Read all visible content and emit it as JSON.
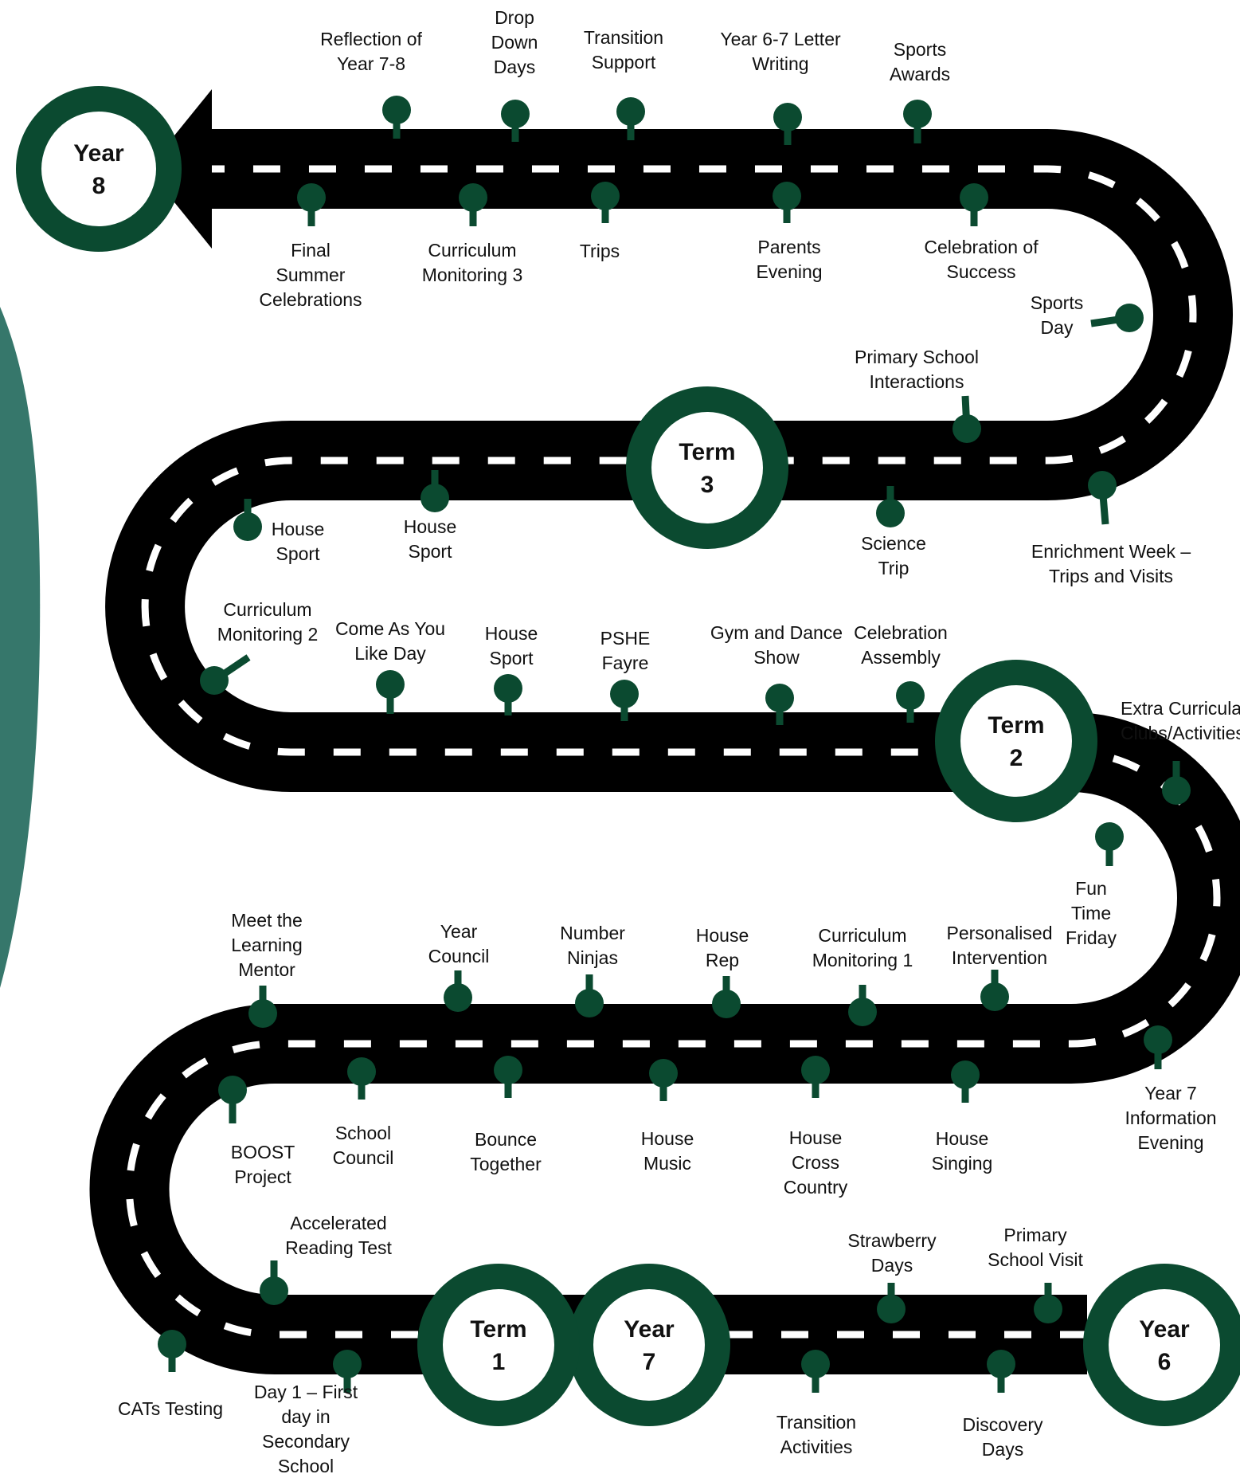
{
  "colors": {
    "road": "#000000",
    "dash": "#ffffff",
    "pin": "#0b4a30",
    "ring": "#0b4a30",
    "side_panel": "#36776b",
    "text": "#111111"
  },
  "milestones": [
    {
      "id": "year-6",
      "lines": [
        "Year",
        "6"
      ]
    },
    {
      "id": "year-7",
      "lines": [
        "Year",
        "7"
      ]
    },
    {
      "id": "term-1",
      "lines": [
        "Term",
        "1"
      ]
    },
    {
      "id": "term-2",
      "lines": [
        "Term",
        "2"
      ]
    },
    {
      "id": "term-3",
      "lines": [
        "Term",
        "3"
      ]
    },
    {
      "id": "year-8",
      "lines": [
        "Year",
        "8"
      ]
    }
  ],
  "events": [
    {
      "id": "primary-school-visit",
      "lines": [
        "Primary",
        "School Visit"
      ]
    },
    {
      "id": "discovery-days",
      "lines": [
        "Discovery",
        "Days"
      ]
    },
    {
      "id": "strawberry-days",
      "lines": [
        "Strawberry",
        "Days"
      ]
    },
    {
      "id": "transition-activities",
      "lines": [
        "Transition",
        "Activities"
      ]
    },
    {
      "id": "day-1",
      "lines": [
        "Day 1 – First",
        "day in",
        "Secondary",
        "School"
      ]
    },
    {
      "id": "cats-testing",
      "lines": [
        "CATs Testing"
      ]
    },
    {
      "id": "accelerated-reading-test",
      "lines": [
        "Accelerated",
        "Reading Test"
      ]
    },
    {
      "id": "boost-project",
      "lines": [
        "BOOST",
        "Project"
      ]
    },
    {
      "id": "meet-learning-mentor",
      "lines": [
        "Meet the",
        "Learning",
        "Mentor"
      ]
    },
    {
      "id": "school-council",
      "lines": [
        "School",
        "Council"
      ]
    },
    {
      "id": "year-council",
      "lines": [
        "Year",
        "Council"
      ]
    },
    {
      "id": "bounce-together",
      "lines": [
        "Bounce",
        "Together"
      ]
    },
    {
      "id": "number-ninjas",
      "lines": [
        "Number",
        "Ninjas"
      ]
    },
    {
      "id": "house-music",
      "lines": [
        "House",
        "Music"
      ]
    },
    {
      "id": "house-rep",
      "lines": [
        "House",
        "Rep"
      ]
    },
    {
      "id": "house-cross-country",
      "lines": [
        "House",
        "Cross",
        "Country"
      ]
    },
    {
      "id": "curriculum-monitoring-1",
      "lines": [
        "Curriculum",
        "Monitoring 1"
      ]
    },
    {
      "id": "house-singing",
      "lines": [
        "House",
        "Singing"
      ]
    },
    {
      "id": "personalised-intervention",
      "lines": [
        "Personalised",
        "Intervention"
      ]
    },
    {
      "id": "year-7-information-evening",
      "lines": [
        "Year 7",
        "Information",
        "Evening"
      ]
    },
    {
      "id": "fun-time-friday",
      "lines": [
        "Fun",
        "Time",
        "Friday"
      ]
    },
    {
      "id": "extra-curricular-clubs",
      "lines": [
        "Extra Curricular",
        "Clubs/Activities"
      ]
    },
    {
      "id": "celebration-assembly",
      "lines": [
        "Celebration",
        "Assembly"
      ]
    },
    {
      "id": "gym-and-dance-show",
      "lines": [
        "Gym and Dance",
        "Show"
      ]
    },
    {
      "id": "pshe-fayre",
      "lines": [
        "PSHE",
        "Fayre"
      ]
    },
    {
      "id": "house-sport-row3",
      "lines": [
        "House",
        "Sport"
      ]
    },
    {
      "id": "come-as-you-like-day",
      "lines": [
        "Come As You",
        "Like Day"
      ]
    },
    {
      "id": "curriculum-monitoring-2",
      "lines": [
        "Curriculum",
        "Monitoring 2"
      ]
    },
    {
      "id": "house-sport-left",
      "lines": [
        "House",
        "Sport"
      ]
    },
    {
      "id": "house-sport-mid",
      "lines": [
        "House",
        "Sport"
      ]
    },
    {
      "id": "science-trip",
      "lines": [
        "Science",
        "Trip"
      ]
    },
    {
      "id": "primary-school-interactions",
      "lines": [
        "Primary School",
        "Interactions"
      ]
    },
    {
      "id": "enrichment-week",
      "lines": [
        "Enrichment Week –",
        "Trips and Visits"
      ]
    },
    {
      "id": "sports-day",
      "lines": [
        "Sports",
        "Day"
      ]
    },
    {
      "id": "celebration-of-success",
      "lines": [
        "Celebration of",
        "Success"
      ]
    },
    {
      "id": "sports-awards",
      "lines": [
        "Sports",
        "Awards"
      ]
    },
    {
      "id": "parents-evening",
      "lines": [
        "Parents",
        "Evening"
      ]
    },
    {
      "id": "year-6-7-letter-writing",
      "lines": [
        "Year 6-7 Letter",
        "Writing"
      ]
    },
    {
      "id": "trips",
      "lines": [
        "Trips"
      ]
    },
    {
      "id": "transition-support",
      "lines": [
        "Transition",
        "Support"
      ]
    },
    {
      "id": "curriculum-monitoring-3",
      "lines": [
        "Curriculum",
        "Monitoring 3"
      ]
    },
    {
      "id": "drop-down-days",
      "lines": [
        "Drop",
        "Down",
        "Days"
      ]
    },
    {
      "id": "final-summer-celebrations",
      "lines": [
        "Final",
        "Summer",
        "Celebrations"
      ]
    },
    {
      "id": "reflection-year-7-8",
      "lines": [
        "Reflection of",
        "Year 7-8"
      ]
    }
  ]
}
